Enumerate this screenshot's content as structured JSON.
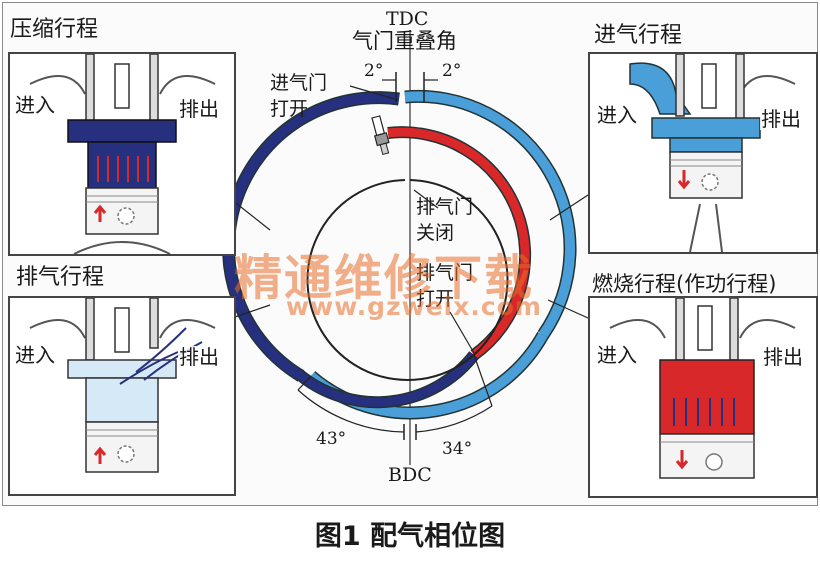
{
  "stroke_labels": {
    "compression": "压缩行程",
    "intake": "进气行程",
    "exhaust": "排气行程",
    "combustion": "燃烧行程(作功行程)"
  },
  "valve_labels": {
    "in": "进入",
    "out": "排出"
  },
  "timing": {
    "tdc": "TDC",
    "bdc": "BDC",
    "overlap_line1": "气门重叠角",
    "overlap_left_angle": "2°",
    "overlap_right_angle": "2°",
    "intake_open_line1": "进气门",
    "intake_open_line2": "打开",
    "exhaust_close_line1": "排气门",
    "exhaust_close_line2": "关闭",
    "exhaust_open_line1": "排气门",
    "exhaust_open_line2": "打开",
    "bdc_left_angle": "43°",
    "bdc_right_angle": "34°"
  },
  "colors": {
    "intake": "#4a9fd8",
    "exhaust_navy": "#26307e",
    "combustion_red": "#d8282a",
    "exhaust_gas": "#d5e9f7"
  },
  "watermark": {
    "main": "精通维修下载",
    "url": "www.gzweix.com"
  },
  "caption": "图1 配气相位图"
}
